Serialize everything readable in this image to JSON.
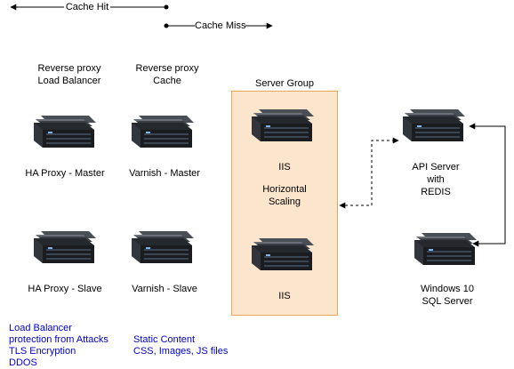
{
  "legend": {
    "cache_hit": "Cache Hit",
    "cache_miss": "Cache Miss"
  },
  "headers": {
    "reverse_proxy_lb": [
      "Reverse proxy",
      "Load Balancer"
    ],
    "reverse_proxy_cache": [
      "Reverse proxy",
      "Cache"
    ],
    "server_group": "Server Group"
  },
  "servers": {
    "haproxy_master": "HA Proxy - Master",
    "varnish_master": "Varnish - Master",
    "haproxy_slave": "HA Proxy - Slave",
    "varnish_slave": "Varnish - Slave",
    "iis_top": "IIS",
    "iis_bottom": "IIS",
    "api_server": [
      "API Server",
      "with",
      "REDIS"
    ],
    "sql_server": [
      "Windows 10",
      "SQL Server"
    ]
  },
  "group_note": [
    "Horizontal",
    "Scaling"
  ],
  "notes": {
    "load_balancer": [
      "Load Balancer",
      "protection from Attacks",
      "TLS Encryption",
      "DDOS"
    ],
    "static": [
      "Static Content",
      "CSS, Images, JS files"
    ]
  },
  "colors": {
    "group_fill": "#fce5cd",
    "group_border": "#e6a857",
    "note_text": "#0000cc"
  },
  "icons": {
    "server": "server-rack-icon"
  }
}
